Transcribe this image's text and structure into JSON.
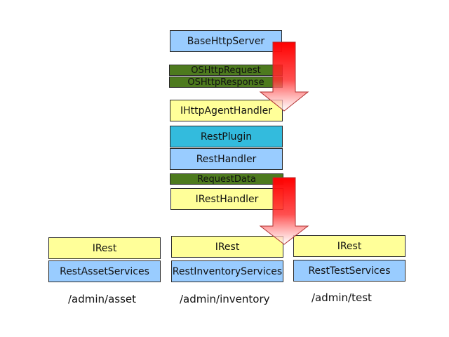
{
  "stack": {
    "base_http_server": "BaseHttpServer",
    "os_http_request": "OSHttpRequest",
    "os_http_response": "OSHttpResponse",
    "i_http_agent_handler": "IHttpAgentHandler",
    "rest_plugin": "RestPlugin",
    "rest_handler": "RestHandler",
    "request_data": "RequestData",
    "i_rest_handler": "IRestHandler"
  },
  "services": [
    {
      "interface": "IRest",
      "implementation": "RestAssetServices",
      "path": "/admin/asset"
    },
    {
      "interface": "IRest",
      "implementation": "RestInventoryServices",
      "path": "/admin/inventory"
    },
    {
      "interface": "IRest",
      "implementation": "RestTestServices",
      "path": "/admin/test"
    }
  ],
  "colors": {
    "server_blue": "#99ccff",
    "interface_yellow": "#ffff99",
    "plugin_cyan": "#33bbdd",
    "message_green": "#4d7a1e",
    "arrow_red": "#ff0000"
  }
}
